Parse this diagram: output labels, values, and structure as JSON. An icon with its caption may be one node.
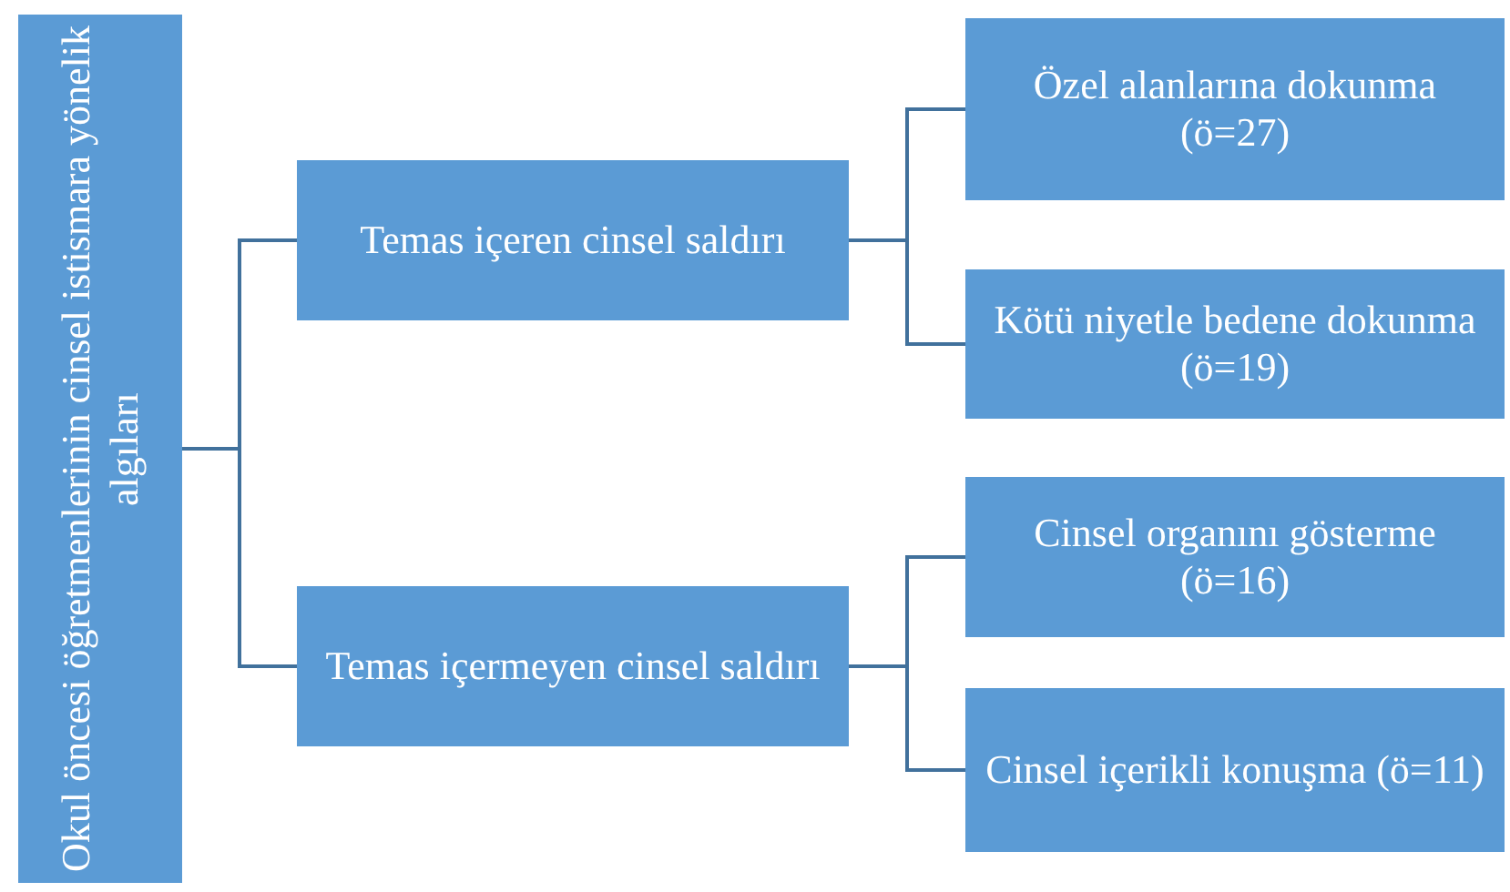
{
  "diagram": {
    "nodes": [
      {
        "text": [
          "Okul öncesi öğretmenlerinin cinsel istismara yönelik algıları"
        ]
      },
      {
        "text": [
          "Temas içeren cinsel saldırı"
        ]
      },
      {
        "text": [
          "Temas içermeyen cinsel saldırı"
        ]
      },
      {
        "text": [
          "Özel alanlarına dokunma (ö=27)"
        ]
      },
      {
        "text": [
          "Kötü niyetle bedene dokunma (ö=19)"
        ]
      },
      {
        "text": [
          "Cinsel organını gösterme (ö=16)"
        ]
      },
      {
        "text": [
          "Cinsel içerikli konuşma (ö=11)"
        ]
      }
    ],
    "edges": [
      {
        "from": 0,
        "to": 1,
        "arrow": "none"
      },
      {
        "from": 0,
        "to": 2,
        "arrow": "none"
      },
      {
        "from": 1,
        "to": 3,
        "arrow": "none"
      },
      {
        "from": 1,
        "to": 4,
        "arrow": "none"
      },
      {
        "from": 2,
        "to": 5,
        "arrow": "none"
      },
      {
        "from": 2,
        "to": 6,
        "arrow": "none"
      }
    ]
  }
}
